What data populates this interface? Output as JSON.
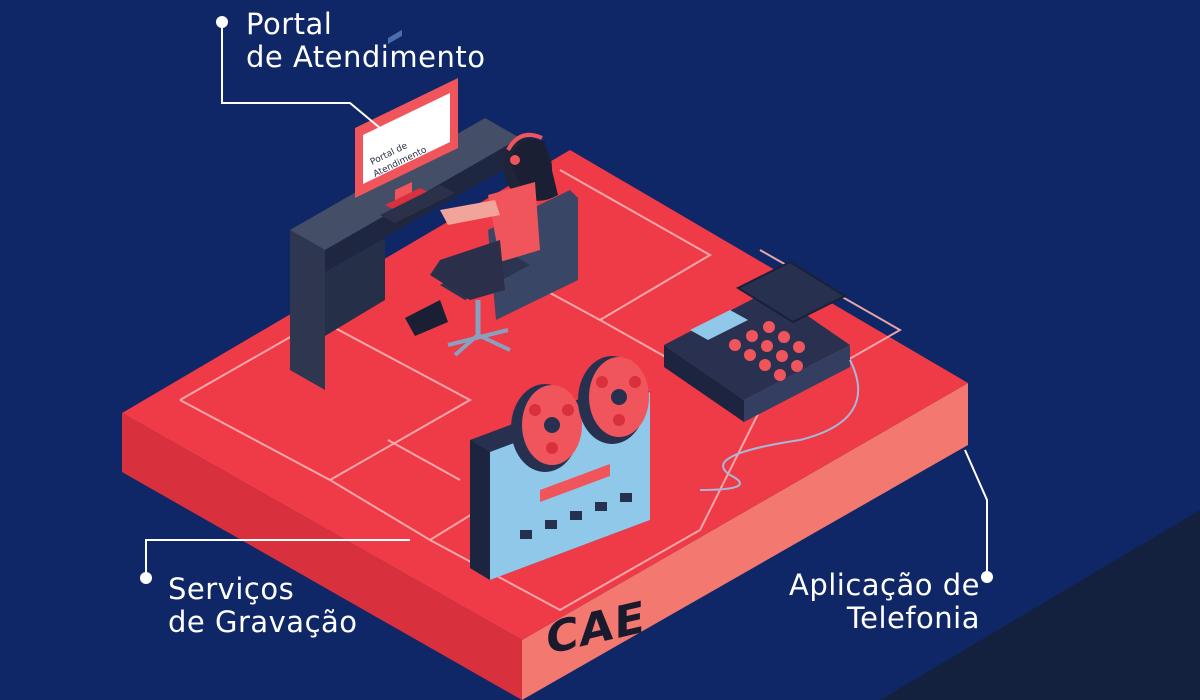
{
  "colors": {
    "background": "#0f2766",
    "corner": "#13213f",
    "platform_top": "#ef3a48",
    "platform_left": "#d9303d",
    "platform_right": "#f3786f",
    "device_dark": "#27314f",
    "accent_red": "#f0555c",
    "light_blue": "#8fc8e8"
  },
  "labels": {
    "portal": [
      "Portal",
      "de Atendimento"
    ],
    "gravacao": [
      "Serviços",
      "de Gravação"
    ],
    "telefonia": [
      "Aplicação de",
      "Telefonia"
    ]
  },
  "platform_label": "CAE",
  "icons": [
    "desk-icon",
    "computer-monitor-icon",
    "agent-with-headset-icon",
    "office-chair-icon",
    "reel-to-reel-recorder-icon",
    "desk-phone-icon"
  ]
}
